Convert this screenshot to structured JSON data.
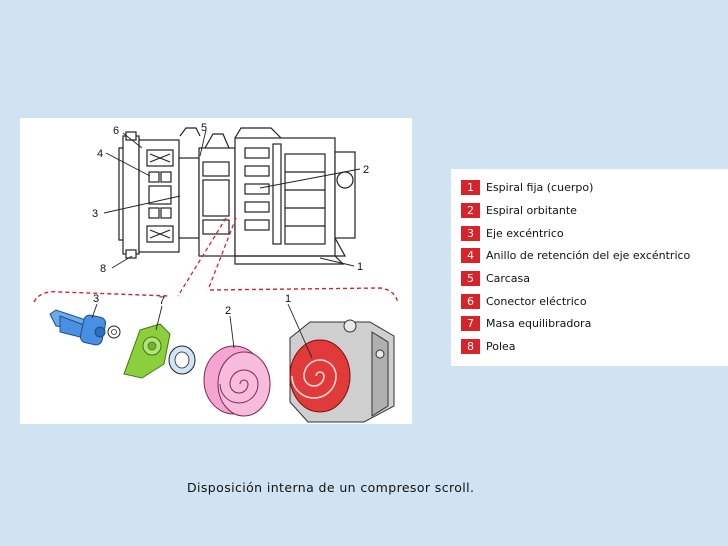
{
  "diagram": {
    "callouts_top": [
      "6",
      "5",
      "4",
      "3",
      "2",
      "8",
      "1"
    ],
    "callouts_exploded": [
      "3",
      "7",
      "2",
      "1"
    ],
    "colors": {
      "shaft": "#4a90e2",
      "counterweight": "#8ccf3c",
      "orbiting_scroll": "#f4a6d0",
      "fixed_scroll": "#e03a3a",
      "bearing": "#cfe6f7"
    }
  },
  "legend": {
    "items": [
      {
        "num": "1",
        "label": "Espiral fija (cuerpo)"
      },
      {
        "num": "2",
        "label": "Espiral orbitante"
      },
      {
        "num": "3",
        "label": "Eje excéntrico"
      },
      {
        "num": "4",
        "label": "Anillo de retención del eje excéntrico"
      },
      {
        "num": "5",
        "label": "Carcasa"
      },
      {
        "num": "6",
        "label": "Conector eléctrico"
      },
      {
        "num": "7",
        "label": "Masa equilibradora"
      },
      {
        "num": "8",
        "label": "Polea"
      }
    ],
    "badge_color": "#d8232a"
  },
  "caption": "Disposición interna de un compresor scroll."
}
